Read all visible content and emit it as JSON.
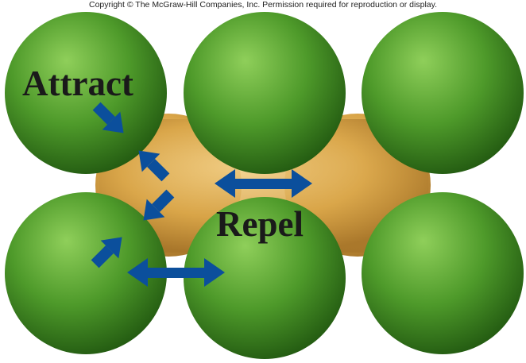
{
  "copyright": "Copyright © The McGraw-Hill Companies, Inc. Permission required for reproduction or display.",
  "labels": {
    "attract": "Attract",
    "repel": "Repel"
  },
  "colors": {
    "green_sphere_highlight": "#8fcf5a",
    "green_sphere_mid": "#4e9a2a",
    "green_sphere_dark": "#245c12",
    "gold_sphere_highlight": "#f3d18a",
    "gold_sphere_mid": "#d9a548",
    "gold_sphere_dark": "#a8762a",
    "arrow_blue": "#0b4f9c",
    "label_text": "#1a1a1a"
  }
}
